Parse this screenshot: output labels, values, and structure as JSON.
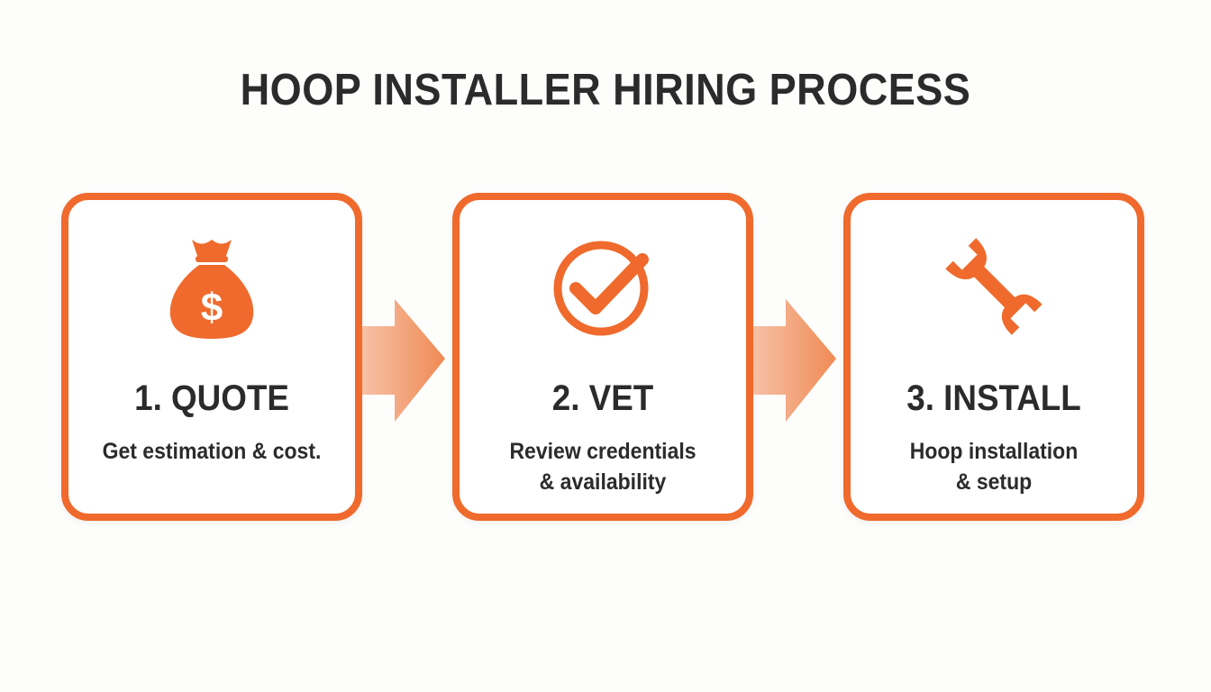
{
  "title": "HOOP INSTALLER HIRING PROCESS",
  "accent_color": "#ef6a2c",
  "steps": [
    {
      "icon": "money-bag-icon",
      "icon_glyph": "$",
      "heading": "1. QUOTE",
      "description": "Get estimation & cost."
    },
    {
      "icon": "checkmark-circle-icon",
      "heading": "2. VET",
      "description": "Review credentials\n& availability"
    },
    {
      "icon": "wrench-icon",
      "heading": "3. INSTALL",
      "description": "Hoop installation\n& setup"
    }
  ]
}
